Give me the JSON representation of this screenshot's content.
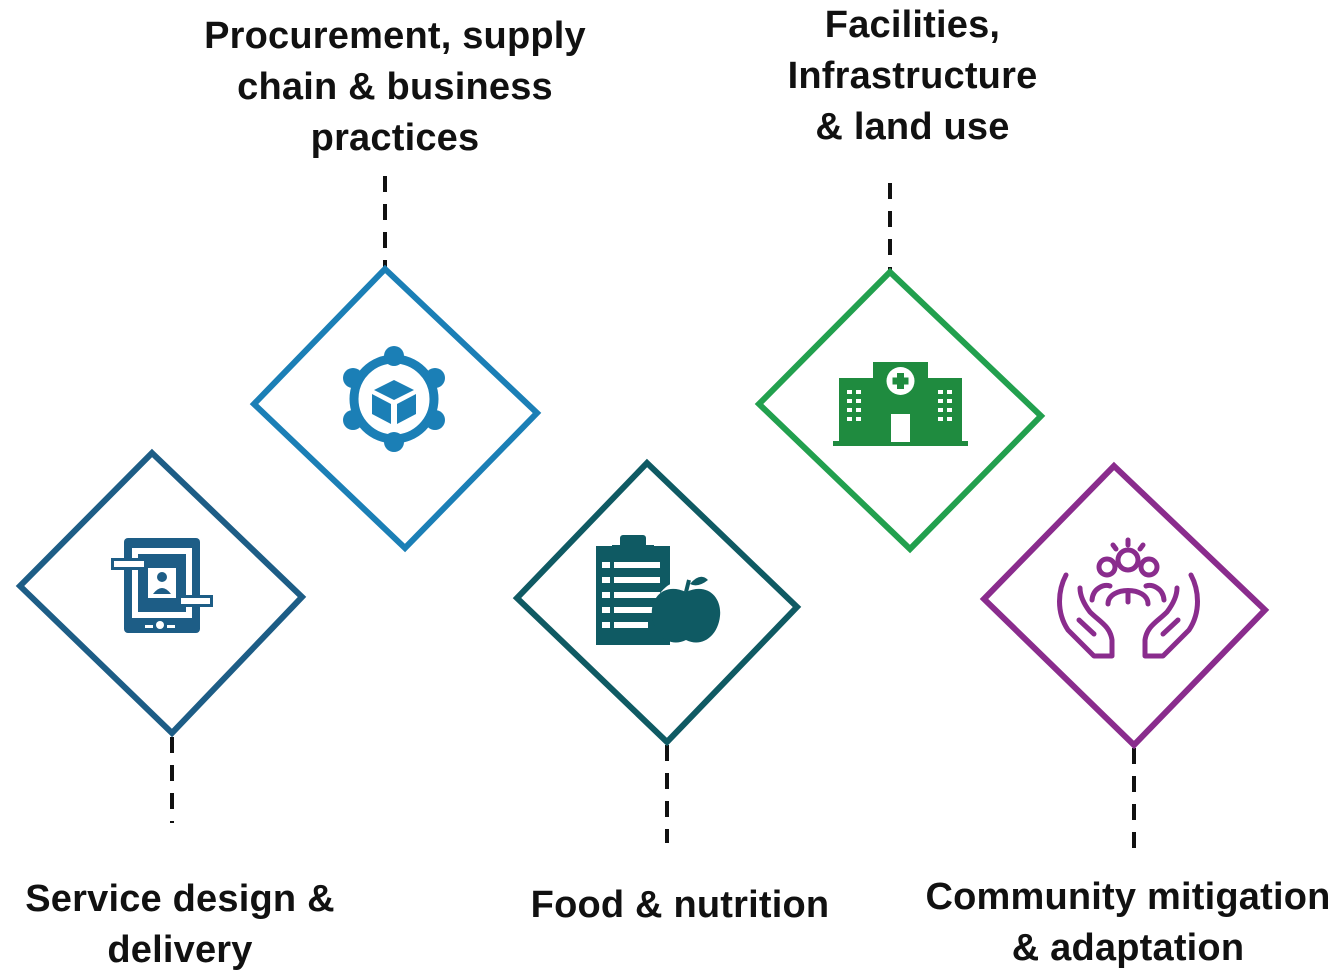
{
  "areas": [
    {
      "id": "procurement",
      "lines": [
        "Procurement, supply",
        "chain & business",
        "practices"
      ],
      "color": "#1b7fb6",
      "icon": "network-cube-icon"
    },
    {
      "id": "facilities",
      "lines": [
        "Facilities,",
        "Infrastructure",
        "& land use"
      ],
      "color": "#22a04e",
      "icon": "hospital-building-icon"
    },
    {
      "id": "service",
      "lines": [
        "Service design &",
        "delivery"
      ],
      "color": "#1d5d86",
      "icon": "tablet-user-icon"
    },
    {
      "id": "food",
      "lines": [
        "Food & nutrition"
      ],
      "color": "#0f5a63",
      "icon": "clipboard-apple-icon"
    },
    {
      "id": "community",
      "lines": [
        "Community mitigation",
        "& adaptation"
      ],
      "color": "#8a2c8d",
      "icon": "hands-people-icon"
    }
  ]
}
